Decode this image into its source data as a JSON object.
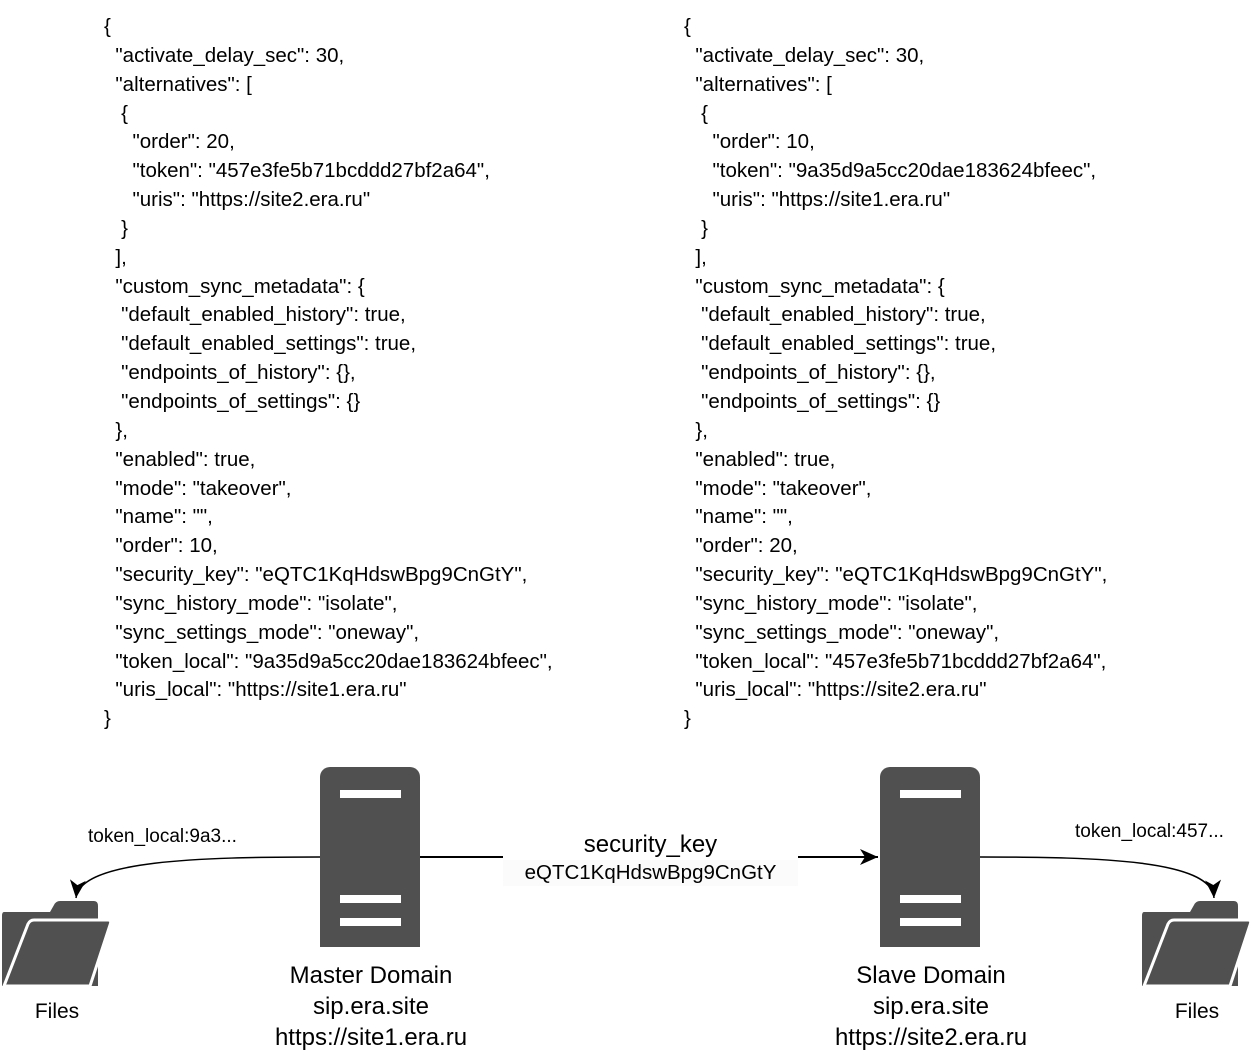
{
  "master_config": {
    "lines": [
      "{",
      "  \"activate_delay_sec\": 30,",
      "  \"alternatives\": [",
      "   {",
      "     \"order\": 20,",
      "     \"token\": \"457e3fe5b71bcddd27bf2a64\",",
      "     \"uris\": \"https://site2.era.ru\"",
      "   }",
      "  ],",
      "  \"custom_sync_metadata\": {",
      "   \"default_enabled_history\": true,",
      "   \"default_enabled_settings\": true,",
      "   \"endpoints_of_history\": {},",
      "   \"endpoints_of_settings\": {}",
      "  },",
      "  \"enabled\": true,",
      "  \"mode\": \"takeover\",",
      "  \"name\": \"\",",
      "  \"order\": 10,",
      "  \"security_key\": \"eQTC1KqHdswBpg9CnGtY\",",
      "  \"sync_history_mode\": \"isolate\",",
      "  \"sync_settings_mode\": \"oneway\",",
      "  \"token_local\": \"9a35d9a5cc20dae183624bfeec\",",
      "  \"uris_local\": \"https://site1.era.ru\"",
      "}"
    ]
  },
  "slave_config": {
    "lines": [
      "{",
      "  \"activate_delay_sec\": 30,",
      "  \"alternatives\": [",
      "   {",
      "     \"order\": 10,",
      "     \"token\": \"9a35d9a5cc20dae183624bfeec\",",
      "     \"uris\": \"https://site1.era.ru\"",
      "   }",
      "  ],",
      "  \"custom_sync_metadata\": {",
      "   \"default_enabled_history\": true,",
      "   \"default_enabled_settings\": true,",
      "   \"endpoints_of_history\": {},",
      "   \"endpoints_of_settings\": {}",
      "  },",
      "  \"enabled\": true,",
      "  \"mode\": \"takeover\",",
      "  \"name\": \"\",",
      "  \"order\": 20,",
      "  \"security_key\": \"eQTC1KqHdswBpg9CnGtY\",",
      "  \"sync_history_mode\": \"isolate\",",
      "  \"sync_settings_mode\": \"oneway\",",
      "  \"token_local\": \"457e3fe5b71bcddd27bf2a64\",",
      "  \"uris_local\": \"https://site2.era.ru\"",
      "}"
    ]
  },
  "diagram": {
    "master": {
      "icon": "server-icon",
      "title": "Master Domain",
      "host": "sip.era.site",
      "url": "https://site1.era.ru"
    },
    "slave": {
      "icon": "server-icon",
      "title": "Slave Domain",
      "host": "sip.era.site",
      "url": "https://site2.era.ru"
    },
    "link": {
      "label": "security_key",
      "value": "eQTC1KqHdswBpg9CnGtY"
    },
    "master_files": {
      "icon": "folder-open-icon",
      "label": "Files",
      "edge_label": "token_local:9a3..."
    },
    "slave_files": {
      "icon": "folder-open-icon",
      "label": "Files",
      "edge_label": "token_local:457..."
    },
    "colors": {
      "icon_fill": "#505050",
      "line": "#000000"
    }
  }
}
